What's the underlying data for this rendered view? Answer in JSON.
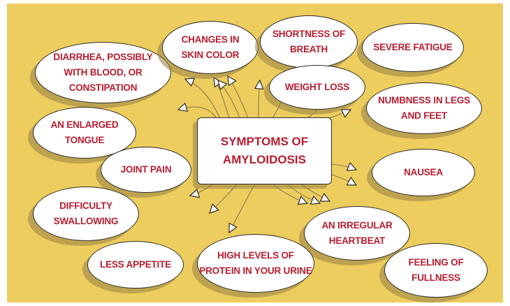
{
  "diagram": {
    "center_label": "SYMPTOMS OF\nAMYLOIDOSIS",
    "symptoms": [
      {
        "id": "diarrhea",
        "label": "DIARRHEA, POSSIBLY\nWITH BLOOD, OR CONSTIPATION"
      },
      {
        "id": "skin-color",
        "label": "CHANGES IN\nSKIN COLOR"
      },
      {
        "id": "shortness-of-breath",
        "label": "SHORTNESS OF\nBREATH"
      },
      {
        "id": "severe-fatigue",
        "label": "SEVERE FATIGUE"
      },
      {
        "id": "weight-loss",
        "label": "WEIGHT LOSS"
      },
      {
        "id": "numbness",
        "label": "NUMBNESS IN LEGS\nAND FEET"
      },
      {
        "id": "enlarged-tongue",
        "label": "AN ENLARGED\nTONGUE"
      },
      {
        "id": "joint-pain",
        "label": "JOINT PAIN"
      },
      {
        "id": "nausea",
        "label": "NAUSEA"
      },
      {
        "id": "difficulty-swallowing",
        "label": "DIFFICULTY\nSWALLOWING"
      },
      {
        "id": "irregular-heartbeat",
        "label": "AN IRREGULAR\nHEARTBEAT"
      },
      {
        "id": "less-appetite",
        "label": "LESS APPETITE"
      },
      {
        "id": "protein-urine",
        "label": "HIGH LEVELS OF\nPROTEIN IN YOUR URINE"
      },
      {
        "id": "fullness",
        "label": "FEELING OF\nFULLNESS"
      }
    ]
  },
  "colors": {
    "background": "#edcd5d",
    "text": "#b81d30",
    "outline": "#2b2b2b"
  }
}
